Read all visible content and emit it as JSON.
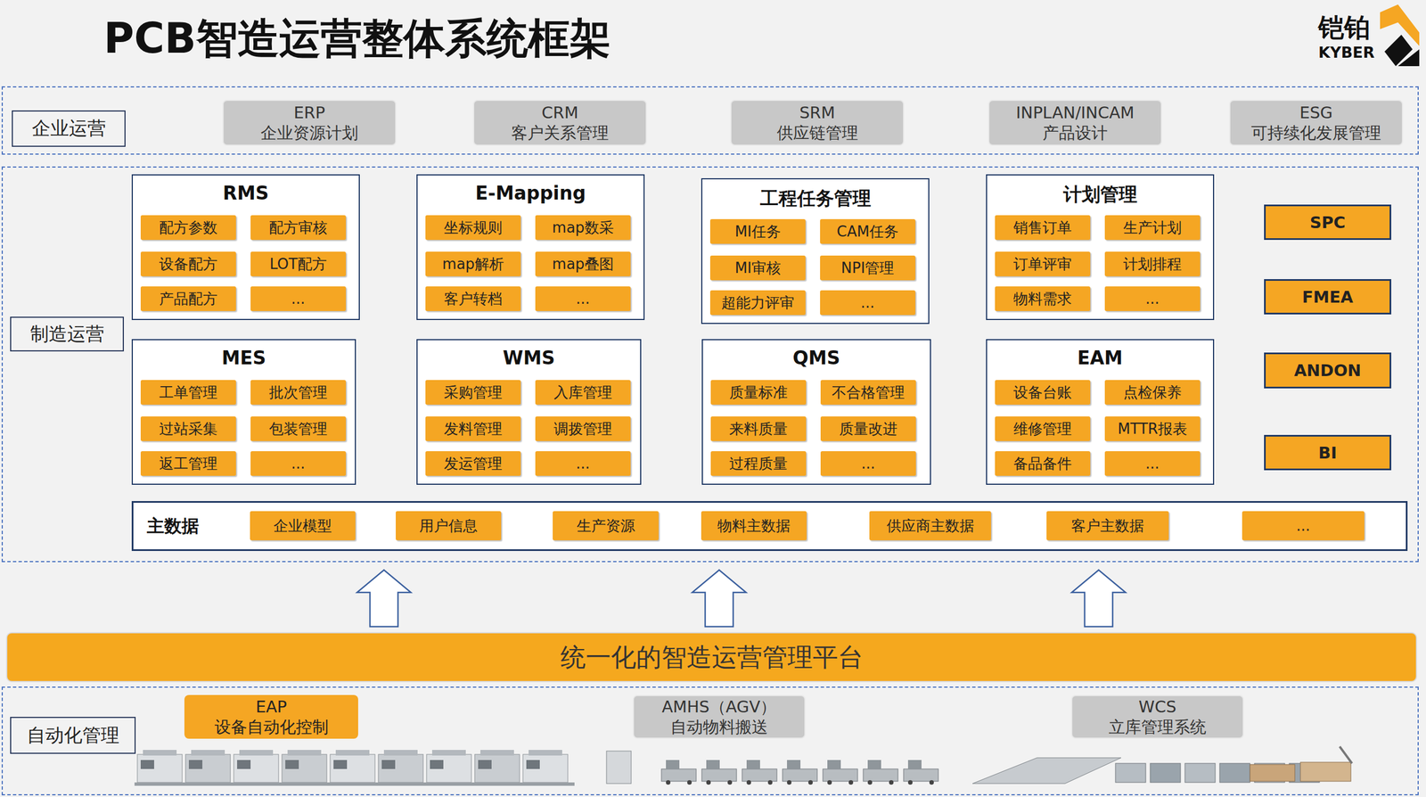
{
  "diagram": {
    "title": "PCB智造运营整体系统框架",
    "nodes": [
      {
        "text": [
          "企业运营"
        ]
      },
      {
        "text": [
          "ERP",
          "企业资源计划"
        ],
        "in": 0
      },
      {
        "text": [
          "CRM",
          "客户关系管理"
        ],
        "in": 0
      },
      {
        "text": [
          "SRM",
          "供应链管理"
        ],
        "in": 0
      },
      {
        "text": [
          "INPLAN/INCAM",
          "产品设计"
        ],
        "in": 0
      },
      {
        "text": [
          "ESG",
          "可持续化发展管理"
        ],
        "in": 0
      },
      {
        "text": [
          "制造运营"
        ]
      },
      {
        "text": [
          "RMS"
        ],
        "in": 6
      },
      {
        "text": [
          "配方参数"
        ],
        "in": 7
      },
      {
        "text": [
          "配方审核"
        ],
        "in": 7
      },
      {
        "text": [
          "设备配方"
        ],
        "in": 7
      },
      {
        "text": [
          "LOT配方"
        ],
        "in": 7
      },
      {
        "text": [
          "产品配方"
        ],
        "in": 7
      },
      {
        "text": [
          "..."
        ],
        "in": 7
      },
      {
        "text": [
          "E-Mapping"
        ],
        "in": 6
      },
      {
        "text": [
          "坐标规则"
        ],
        "in": 14
      },
      {
        "text": [
          "map数采"
        ],
        "in": 14
      },
      {
        "text": [
          "map解析"
        ],
        "in": 14
      },
      {
        "text": [
          "map叠图"
        ],
        "in": 14
      },
      {
        "text": [
          "客户转档"
        ],
        "in": 14
      },
      {
        "text": [
          "..."
        ],
        "in": 14
      },
      {
        "text": [
          "工程任务管理"
        ],
        "in": 6
      },
      {
        "text": [
          "MI任务"
        ],
        "in": 21
      },
      {
        "text": [
          "CAM任务"
        ],
        "in": 21
      },
      {
        "text": [
          "MI审核"
        ],
        "in": 21
      },
      {
        "text": [
          "NPI管理"
        ],
        "in": 21
      },
      {
        "text": [
          "超能力评审"
        ],
        "in": 21
      },
      {
        "text": [
          "..."
        ],
        "in": 21
      },
      {
        "text": [
          "计划管理"
        ],
        "in": 6
      },
      {
        "text": [
          "销售订单"
        ],
        "in": 28
      },
      {
        "text": [
          "生产计划"
        ],
        "in": 28
      },
      {
        "text": [
          "订单评审"
        ],
        "in": 28
      },
      {
        "text": [
          "计划排程"
        ],
        "in": 28
      },
      {
        "text": [
          "物料需求"
        ],
        "in": 28
      },
      {
        "text": [
          "..."
        ],
        "in": 28
      },
      {
        "text": [
          "MES"
        ],
        "in": 6
      },
      {
        "text": [
          "工单管理"
        ],
        "in": 35
      },
      {
        "text": [
          "批次管理"
        ],
        "in": 35
      },
      {
        "text": [
          "过站采集"
        ],
        "in": 35
      },
      {
        "text": [
          "包装管理"
        ],
        "in": 35
      },
      {
        "text": [
          "返工管理"
        ],
        "in": 35
      },
      {
        "text": [
          "..."
        ],
        "in": 35
      },
      {
        "text": [
          "WMS"
        ],
        "in": 6
      },
      {
        "text": [
          "采购管理"
        ],
        "in": 42
      },
      {
        "text": [
          "入库管理"
        ],
        "in": 42
      },
      {
        "text": [
          "发料管理"
        ],
        "in": 42
      },
      {
        "text": [
          "调拨管理"
        ],
        "in": 42
      },
      {
        "text": [
          "发运管理"
        ],
        "in": 42
      },
      {
        "text": [
          "..."
        ],
        "in": 42
      },
      {
        "text": [
          "QMS"
        ],
        "in": 6
      },
      {
        "text": [
          "质量标准"
        ],
        "in": 49
      },
      {
        "text": [
          "不合格管理"
        ],
        "in": 49
      },
      {
        "text": [
          "来料质量"
        ],
        "in": 49
      },
      {
        "text": [
          "质量改进"
        ],
        "in": 49
      },
      {
        "text": [
          "过程质量"
        ],
        "in": 49
      },
      {
        "text": [
          "..."
        ],
        "in": 49
      },
      {
        "text": [
          "EAM"
        ],
        "in": 6
      },
      {
        "text": [
          "设备台账"
        ],
        "in": 56
      },
      {
        "text": [
          "点检保养"
        ],
        "in": 56
      },
      {
        "text": [
          "维修管理"
        ],
        "in": 56
      },
      {
        "text": [
          "MTTR报表"
        ],
        "in": 56
      },
      {
        "text": [
          "备品备件"
        ],
        "in": 56
      },
      {
        "text": [
          "..."
        ],
        "in": 56
      },
      {
        "text": [
          "SPC"
        ],
        "in": 6
      },
      {
        "text": [
          "FMEA"
        ],
        "in": 6
      },
      {
        "text": [
          "ANDON"
        ],
        "in": 6
      },
      {
        "text": [
          "BI"
        ],
        "in": 6
      },
      {
        "text": [
          "主数据"
        ],
        "in": 6
      },
      {
        "text": [
          "企业模型"
        ],
        "in": 67
      },
      {
        "text": [
          "用户信息"
        ],
        "in": 67
      },
      {
        "text": [
          "生产资源"
        ],
        "in": 67
      },
      {
        "text": [
          "物料主数据"
        ],
        "in": 67
      },
      {
        "text": [
          "供应商主数据"
        ],
        "in": 67
      },
      {
        "text": [
          "客户主数据"
        ],
        "in": 67
      },
      {
        "text": [
          "..."
        ],
        "in": 67
      },
      {
        "text": [
          "统一化的智造运营管理平台"
        ]
      },
      {
        "text": [
          "自动化管理"
        ]
      },
      {
        "text": [
          "EAP",
          "设备自动化控制"
        ],
        "in": 76
      },
      {
        "text": [
          "AMHS（AGV）",
          "自动物料搬送"
        ],
        "in": 76
      },
      {
        "text": [
          "WCS",
          "立库管理系统"
        ],
        "in": 76
      }
    ],
    "edges": [
      {
        "from": 75,
        "to": 6,
        "arrow": "to"
      },
      {
        "from": 75,
        "to": 6,
        "arrow": "to"
      },
      {
        "from": 75,
        "to": 6,
        "arrow": "to"
      }
    ],
    "labels": [
      "铠铂",
      "KYBER"
    ]
  }
}
